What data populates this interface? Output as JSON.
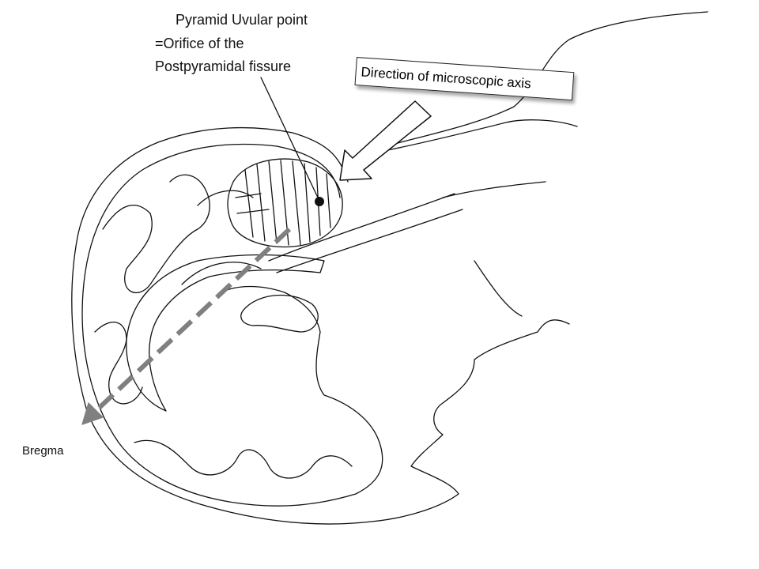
{
  "labels": {
    "pyramid_line1": "Pyramid Uvular point",
    "pyramid_line2": "=Orifice of the",
    "pyramid_line3": "Postpyramidal fissure",
    "direction": "Direction of microscopic axis",
    "bregma": "Bregma"
  },
  "colors": {
    "ink": "#111111",
    "dashed_arrow": "#808080"
  }
}
